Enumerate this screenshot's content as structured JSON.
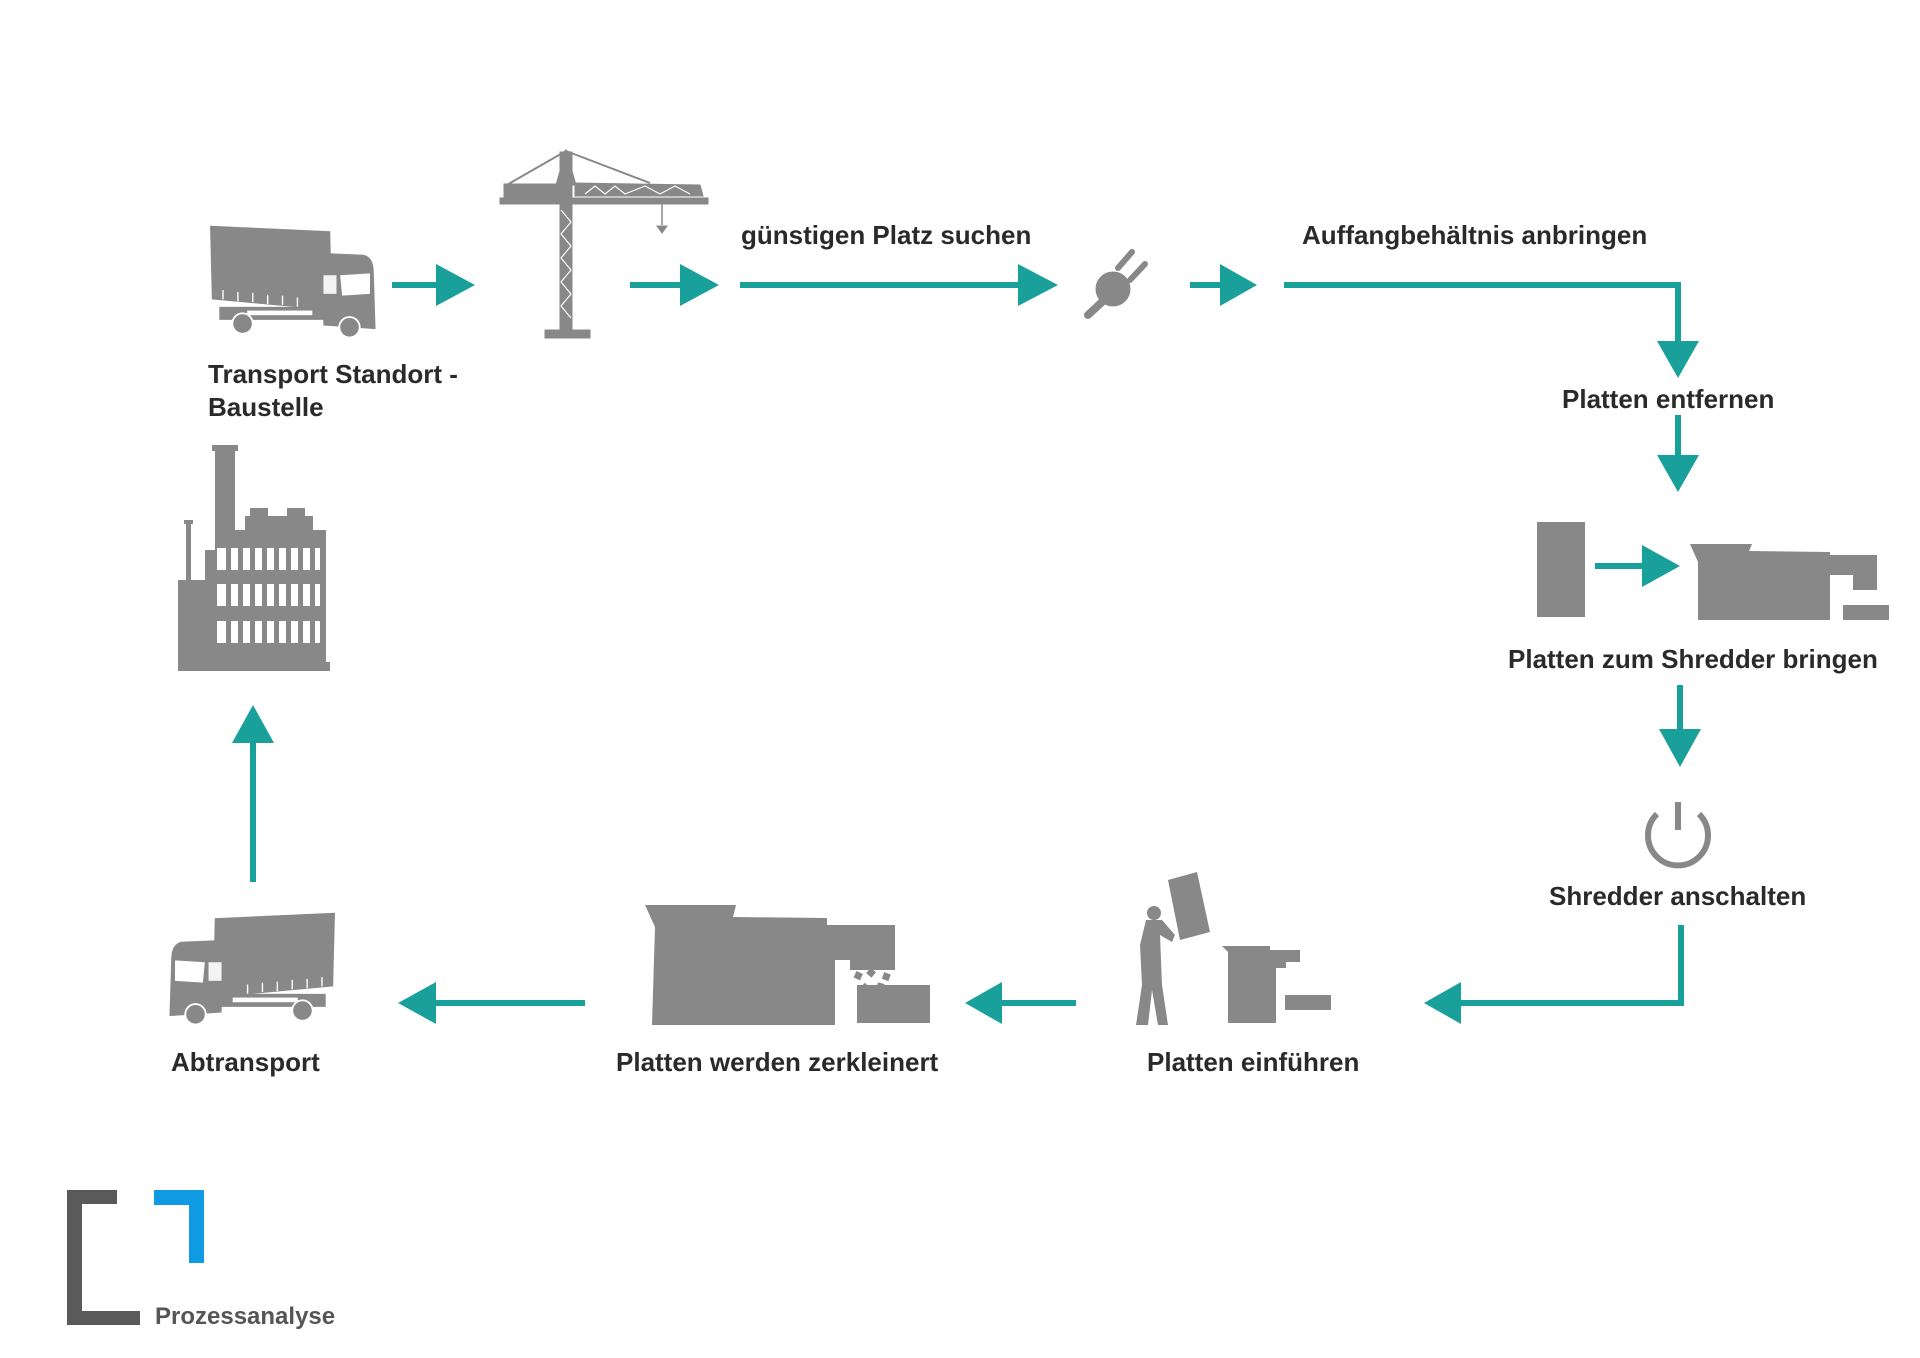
{
  "diagram": {
    "title": "Prozessanalyse",
    "colors": {
      "arrow": "#1aa09a",
      "icon": "#888888",
      "text": "#2a2a2a",
      "logo_gray": "#5a5a5a",
      "logo_blue": "#0e9be3",
      "background": "#ffffff"
    },
    "steps": [
      {
        "id": "transport",
        "label_lines": [
          "Transport Standort -",
          "Baustelle"
        ],
        "icon": "truck-icon"
      },
      {
        "id": "crane",
        "label_lines": [],
        "icon": "crane-icon"
      },
      {
        "id": "place",
        "label_lines": [
          "günstigen Platz suchen"
        ],
        "icon": ""
      },
      {
        "id": "plug",
        "label_lines": [],
        "icon": "plug-icon"
      },
      {
        "id": "container",
        "label_lines": [
          "Auffangbehältnis anbringen"
        ],
        "icon": ""
      },
      {
        "id": "remove",
        "label_lines": [
          "Platten entfernen"
        ],
        "icon": ""
      },
      {
        "id": "bring",
        "label_lines": [
          "Platten zum Shredder bringen"
        ],
        "icon": "panel-to-shredder-icon"
      },
      {
        "id": "power",
        "label_lines": [
          "Shredder anschalten"
        ],
        "icon": "power-icon"
      },
      {
        "id": "insert",
        "label_lines": [
          "Platten einführen"
        ],
        "icon": "worker-shredder-icon"
      },
      {
        "id": "shred",
        "label_lines": [
          "Platten werden zerkleinert"
        ],
        "icon": "shredder-output-icon"
      },
      {
        "id": "removal",
        "label_lines": [
          "Abtransport"
        ],
        "icon": "truck-icon"
      },
      {
        "id": "factory",
        "label_lines": [],
        "icon": "factory-icon"
      }
    ],
    "flow": [
      [
        "transport",
        "crane"
      ],
      [
        "crane",
        "place"
      ],
      [
        "place",
        "plug"
      ],
      [
        "plug",
        "container"
      ],
      [
        "container",
        "remove"
      ],
      [
        "remove",
        "bring"
      ],
      [
        "bring",
        "power"
      ],
      [
        "power",
        "insert"
      ],
      [
        "insert",
        "shred"
      ],
      [
        "shred",
        "removal"
      ],
      [
        "removal",
        "factory"
      ]
    ]
  }
}
